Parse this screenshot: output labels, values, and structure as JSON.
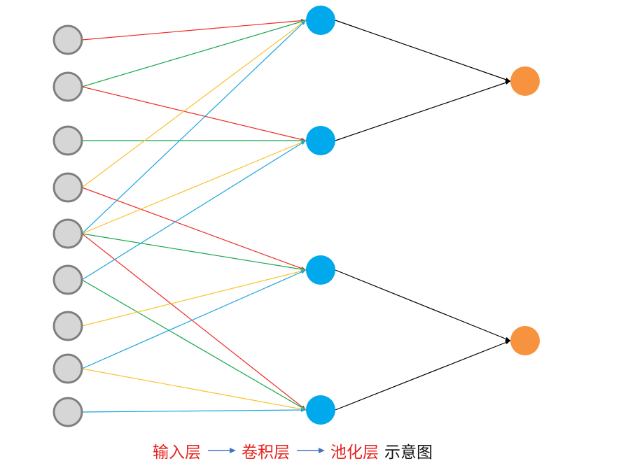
{
  "caption": {
    "part1": "输入层",
    "part2": "卷积层",
    "part3": "池化层",
    "suffix": "示意图"
  },
  "colors": {
    "input_fill": "#d6d6d6",
    "input_stroke": "#7f7f7f",
    "conv_fill": "#00a8ec",
    "pool_fill": "#f7933f",
    "caption_red": "#e8231f",
    "caption_arrow": "#4472c4",
    "edge_red": "#ee2a24",
    "edge_green": "#15a64b",
    "edge_yellow": "#fbc02d",
    "edge_blue": "#1aa3dc",
    "edge_black": "#000000"
  },
  "layers": {
    "input_count": 9,
    "conv_count": 4,
    "pool_count": 2
  },
  "connections": [
    {
      "from": "input",
      "fi": 0,
      "to": "conv",
      "ti": 0,
      "color": "edge_red"
    },
    {
      "from": "input",
      "fi": 1,
      "to": "conv",
      "ti": 0,
      "color": "edge_green"
    },
    {
      "from": "input",
      "fi": 1,
      "to": "conv",
      "ti": 1,
      "color": "edge_red"
    },
    {
      "from": "input",
      "fi": 2,
      "to": "conv",
      "ti": 1,
      "color": "edge_green"
    },
    {
      "from": "input",
      "fi": 3,
      "to": "conv",
      "ti": 0,
      "color": "edge_yellow"
    },
    {
      "from": "input",
      "fi": 3,
      "to": "conv",
      "ti": 2,
      "color": "edge_red"
    },
    {
      "from": "input",
      "fi": 4,
      "to": "conv",
      "ti": 0,
      "color": "edge_blue"
    },
    {
      "from": "input",
      "fi": 4,
      "to": "conv",
      "ti": 1,
      "color": "edge_yellow"
    },
    {
      "from": "input",
      "fi": 4,
      "to": "conv",
      "ti": 2,
      "color": "edge_green"
    },
    {
      "from": "input",
      "fi": 4,
      "to": "conv",
      "ti": 3,
      "color": "edge_red"
    },
    {
      "from": "input",
      "fi": 5,
      "to": "conv",
      "ti": 1,
      "color": "edge_blue"
    },
    {
      "from": "input",
      "fi": 5,
      "to": "conv",
      "ti": 3,
      "color": "edge_green"
    },
    {
      "from": "input",
      "fi": 6,
      "to": "conv",
      "ti": 2,
      "color": "edge_yellow"
    },
    {
      "from": "input",
      "fi": 7,
      "to": "conv",
      "ti": 2,
      "color": "edge_blue"
    },
    {
      "from": "input",
      "fi": 7,
      "to": "conv",
      "ti": 3,
      "color": "edge_yellow"
    },
    {
      "from": "input",
      "fi": 8,
      "to": "conv",
      "ti": 3,
      "color": "edge_blue"
    },
    {
      "from": "conv",
      "fi": 0,
      "to": "pool",
      "ti": 0,
      "color": "edge_black"
    },
    {
      "from": "conv",
      "fi": 1,
      "to": "pool",
      "ti": 0,
      "color": "edge_black"
    },
    {
      "from": "conv",
      "fi": 2,
      "to": "pool",
      "ti": 1,
      "color": "edge_black"
    },
    {
      "from": "conv",
      "fi": 3,
      "to": "pool",
      "ti": 1,
      "color": "edge_black"
    }
  ]
}
